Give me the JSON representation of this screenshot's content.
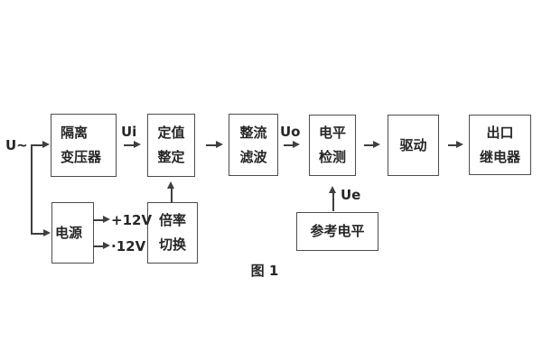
{
  "figure": {
    "caption": "图 1",
    "colors": {
      "line": "#3f3f3f",
      "border": "#4d4d4d",
      "text": "#262626",
      "background": "#ffffff"
    },
    "input": {
      "label": "U~"
    },
    "signals": {
      "ui": "Ui",
      "uo": "Uo",
      "ue": "Ue"
    },
    "power_outputs": {
      "positive": "+12V",
      "negative": "·12V"
    },
    "blocks": {
      "isolation_transformer": {
        "line1": "隔离",
        "line2": "变压器"
      },
      "setpoint_setting": {
        "line1": "定值",
        "line2": "整定"
      },
      "rectifier_filter": {
        "line1": "整流",
        "line2": "滤波"
      },
      "level_detection": {
        "line1": "电平",
        "line2": "检测"
      },
      "drive": {
        "label": "驱动"
      },
      "output_relay": {
        "line1": "出口",
        "line2": "继电器"
      },
      "power_supply": {
        "label": "电源"
      },
      "ratio_switch": {
        "line1": "倍率",
        "line2": "切换"
      },
      "reference_level": {
        "label": "参考电平"
      }
    }
  }
}
